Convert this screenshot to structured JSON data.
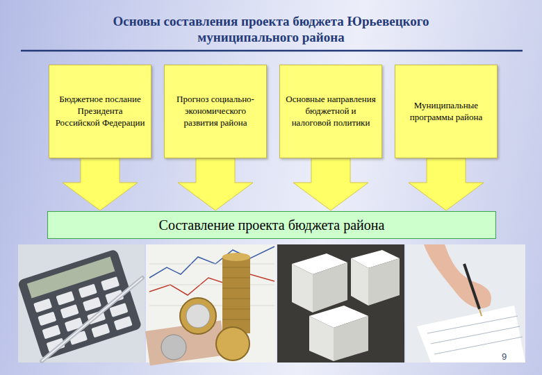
{
  "diagram": {
    "title": "Основы составления проекта бюджета Юрьевецкого муниципального района",
    "nodes": [
      {
        "text": [
          "Бюджетное послание Президента Российской Федерации"
        ]
      },
      {
        "text": [
          "Прогноз социально-экономического развития района"
        ]
      },
      {
        "text": [
          "Основные направления бюджетной и налоговой политики"
        ]
      },
      {
        "text": [
          "Муниципальные программы района"
        ]
      },
      {
        "text": [
          "Составление проекта бюджета района"
        ]
      }
    ],
    "edges": [
      {
        "from": 0,
        "to": 4,
        "arrow": "to"
      },
      {
        "from": 1,
        "to": 4,
        "arrow": "to"
      },
      {
        "from": 2,
        "to": 4,
        "arrow": "to"
      },
      {
        "from": 3,
        "to": 4,
        "arrow": "to"
      }
    ],
    "labels": [
      "9"
    ]
  }
}
